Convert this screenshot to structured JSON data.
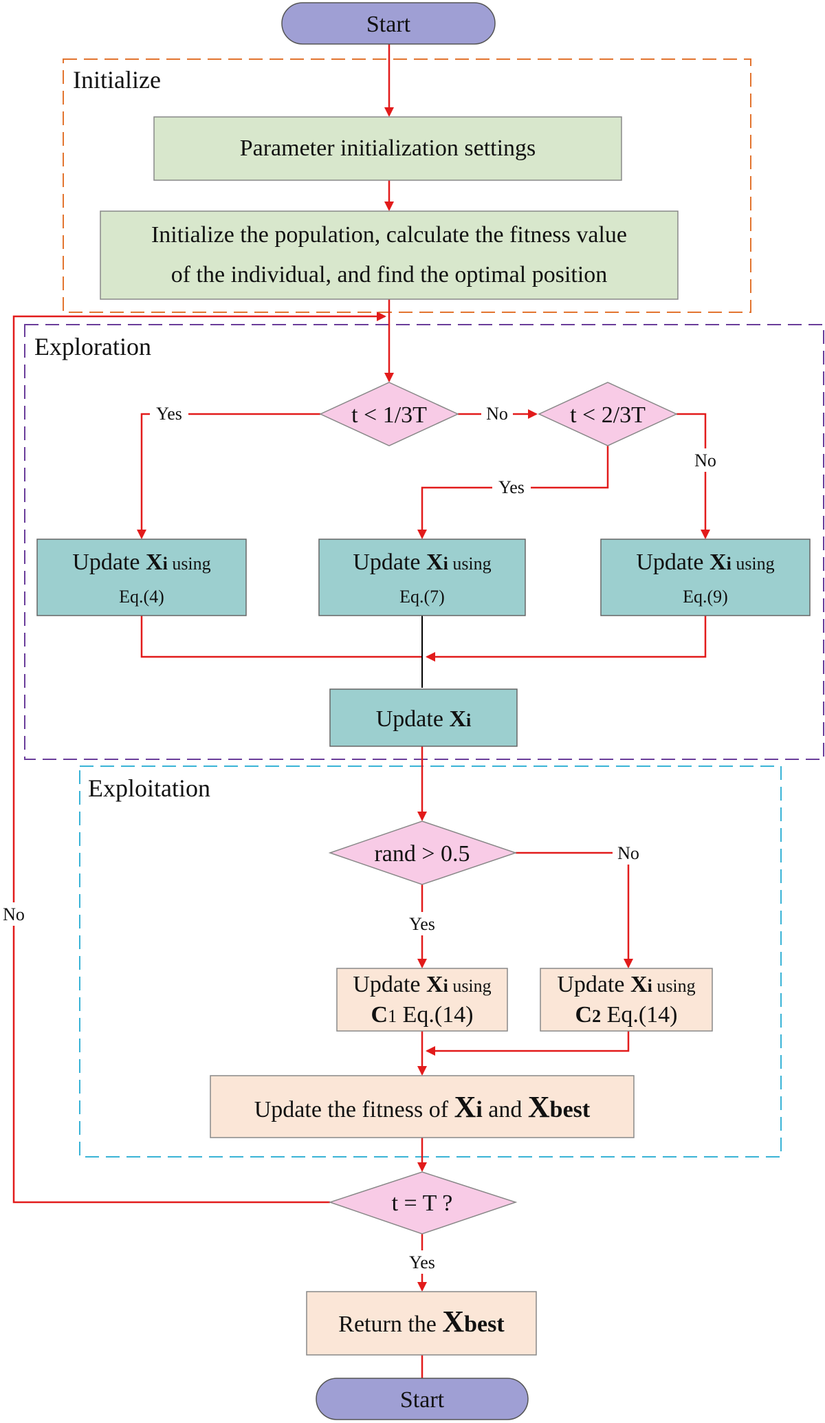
{
  "colors": {
    "terminal": "#9f9fd4",
    "process_green": "#d8e7cc",
    "process_teal": "#9ccfcf",
    "process_peach": "#fbe6d7",
    "decision": "#f8cbe6",
    "arrow": "#e21b1b",
    "initialize_border": "#e2742f",
    "exploration_border": "#6a3d9a",
    "exploitation_border": "#39b3d6"
  },
  "sections": {
    "initialize": "Initialize",
    "exploration": "Exploration",
    "exploitation": "Exploitation"
  },
  "nodes": {
    "start_top": "Start",
    "param_init": "Parameter initialization settings",
    "init_pop_line1": "Initialize the population, calculate the fitness value",
    "init_pop_line2": "of the individual, and find the optimal position",
    "dec_t13": "t < 1/3T",
    "dec_t23": "t < 2/3T",
    "upd_eq4": {
      "pre": "Update ",
      "var": "X",
      "sub": "i",
      "post": " using",
      "eq": "Eq.(4)"
    },
    "upd_eq7": {
      "pre": "Update ",
      "var": "X",
      "sub": "i",
      "post": " using",
      "eq": "Eq.(7)"
    },
    "upd_eq9": {
      "pre": "Update ",
      "var": "X",
      "sub": "i",
      "post": " using",
      "eq": "Eq.(9)"
    },
    "upd_xi": {
      "pre": "Update ",
      "var": "X",
      "sub": "i"
    },
    "dec_rand": "rand > 0.5",
    "upd_c1": {
      "pre": "Update ",
      "var": "X",
      "sub": "i",
      "post": " using",
      "cvar": "C",
      "csub": "1",
      "eq": " Eq.(14)"
    },
    "upd_c2": {
      "pre": "Update ",
      "var": "X",
      "sub": "i",
      "post": " using",
      "cvar": "C",
      "csub": "2",
      "eq": " Eq.(14)"
    },
    "upd_fitness": {
      "pre": "Update the fitness of ",
      "var1": "X",
      "sub1": "i",
      "mid": " and ",
      "var2": "X",
      "sub2": "best"
    },
    "dec_tT": "t = T ?",
    "return_best": {
      "pre": "Return the ",
      "var": "X",
      "sub": "best"
    },
    "start_bottom": "Start"
  },
  "edge_labels": {
    "yes_t13": "Yes",
    "no_t13": "No",
    "yes_t23": "Yes",
    "no_t23": "No",
    "yes_rand": "Yes",
    "no_rand": "No",
    "yes_tT": "Yes",
    "no_tT": "No"
  }
}
